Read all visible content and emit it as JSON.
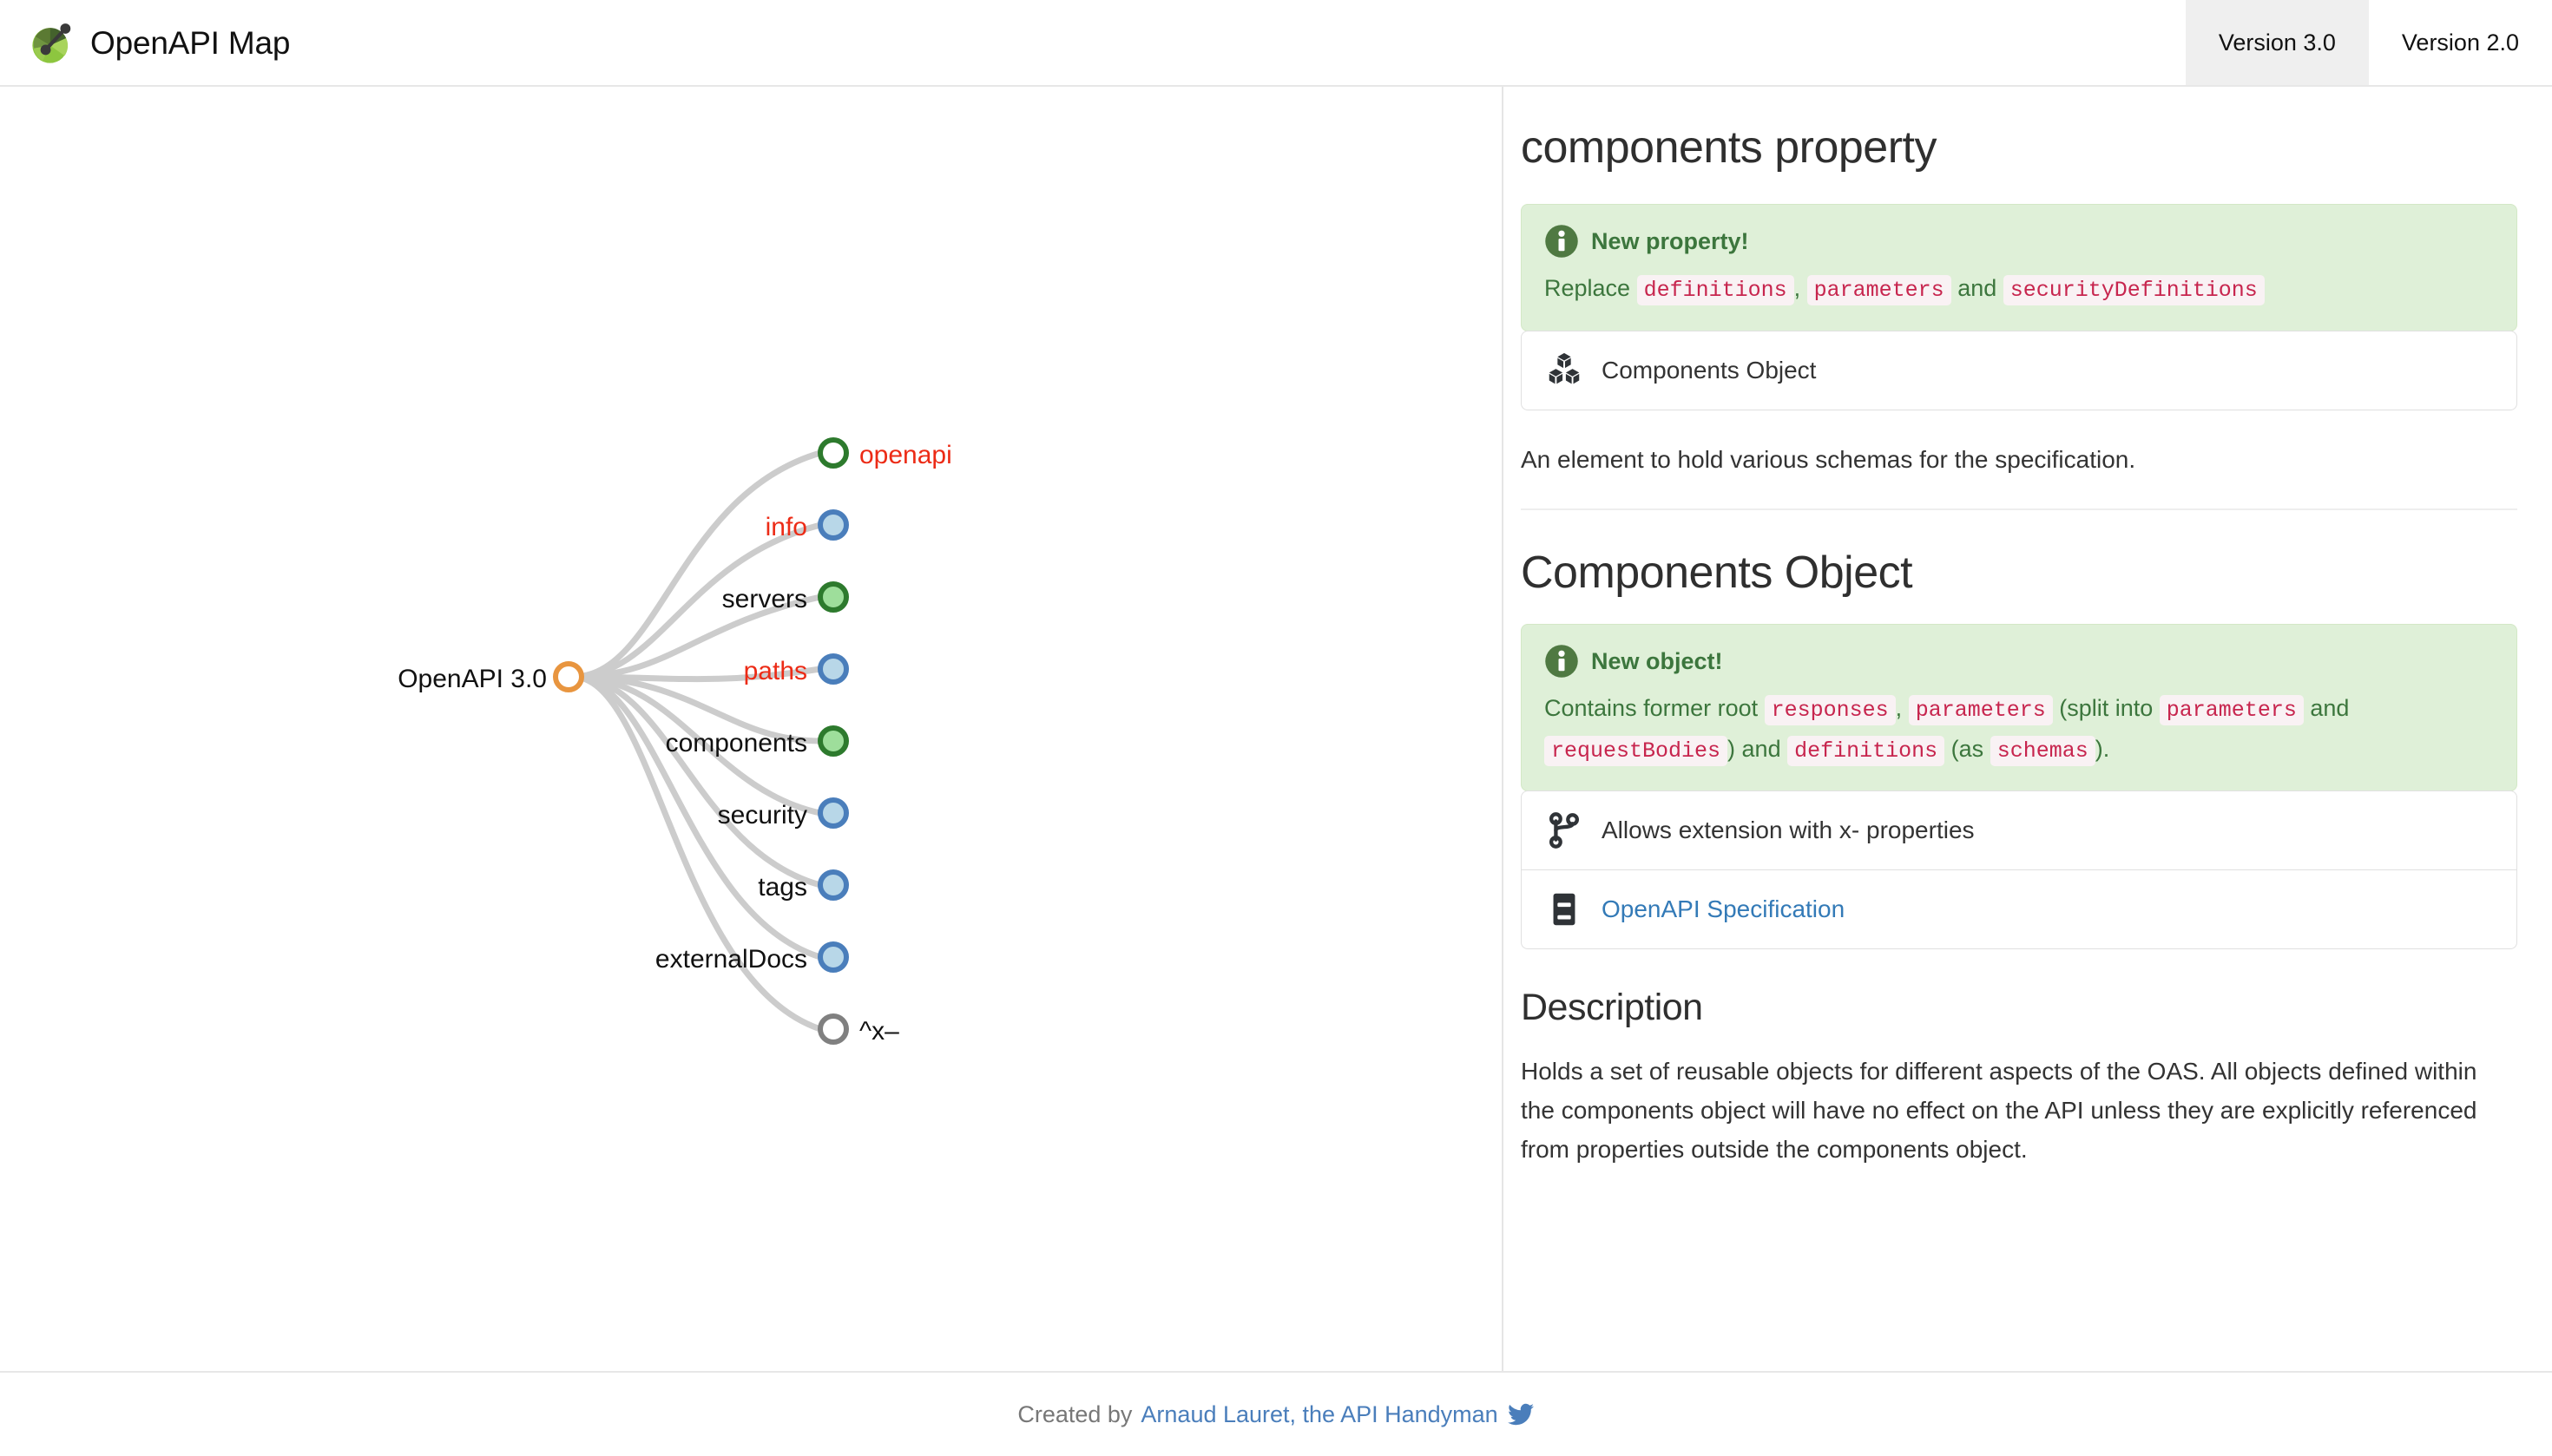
{
  "header": {
    "brand": "OpenAPI Map",
    "logo_icon": "openapi-map-logo",
    "tabs": [
      {
        "label": "Version 3.0",
        "active": true
      },
      {
        "label": "Version 2.0",
        "active": false
      }
    ]
  },
  "graph": {
    "root": {
      "label": "OpenAPI 3.0",
      "ring_color": "#e8953f",
      "fill_color": "#ffffff"
    },
    "edge_color": "#cccccc",
    "nodes": [
      {
        "label": "openapi",
        "required": true,
        "label_side": "right",
        "ring_color": "#2d7a2d",
        "fill_color": "#ffffff"
      },
      {
        "label": "info",
        "required": true,
        "label_side": "left",
        "ring_color": "#4a7ebb",
        "fill_color": "#b8d7e8"
      },
      {
        "label": "servers",
        "required": false,
        "label_side": "left",
        "ring_color": "#2d7a2d",
        "fill_color": "#9ede9b"
      },
      {
        "label": "paths",
        "required": true,
        "label_side": "left",
        "ring_color": "#4a7ebb",
        "fill_color": "#b8d7e8"
      },
      {
        "label": "components",
        "required": false,
        "label_side": "left",
        "ring_color": "#2d7a2d",
        "fill_color": "#9ede9b"
      },
      {
        "label": "security",
        "required": false,
        "label_side": "left",
        "ring_color": "#4a7ebb",
        "fill_color": "#b8d7e8"
      },
      {
        "label": "tags",
        "required": false,
        "label_side": "left",
        "ring_color": "#4a7ebb",
        "fill_color": "#b8d7e8"
      },
      {
        "label": "externalDocs",
        "required": false,
        "label_side": "left",
        "ring_color": "#4a7ebb",
        "fill_color": "#b8d7e8"
      },
      {
        "label": "^x–",
        "required": false,
        "label_side": "right",
        "ring_color": "#808080",
        "fill_color": "#ffffff"
      }
    ]
  },
  "detail": {
    "title": "components property",
    "property_alert": {
      "icon": "info-circle-icon",
      "heading": "New property!",
      "text_before": "Replace",
      "code_1": "definitions",
      "sep_1": ",",
      "code_2": "parameters",
      "sep_2": "and",
      "code_3": "securityDefinitions"
    },
    "property_list": [
      {
        "icon": "cubes-icon",
        "label": "Components Object",
        "is_link": false
      }
    ],
    "property_description": "An element to hold various schemas for the specification.",
    "object_title": "Components Object",
    "object_alert": {
      "icon": "info-circle-icon",
      "heading": "New object!",
      "t1": "Contains former root",
      "c1": "responses",
      "t2": ",",
      "c2": "parameters",
      "t3": "(split into",
      "c3": "parameters",
      "t4": "and",
      "c4": "requestBodies",
      "t5": ") and",
      "c5": "definitions",
      "t6": "(as",
      "c6": "schemas",
      "t7": ")."
    },
    "object_list": [
      {
        "icon": "code-branch-icon",
        "label": "Allows extension with x- properties",
        "is_link": false
      },
      {
        "icon": "book-icon",
        "label": "OpenAPI Specification",
        "is_link": true
      }
    ],
    "description_title": "Description",
    "description_text": "Holds a set of reusable objects for different aspects of the OAS. All objects defined within the components object will have no effect on the API unless they are explicitly referenced from properties outside the components object."
  },
  "footer": {
    "prefix": "Created by",
    "link": "Arnaud Lauret, the API Handyman",
    "icon": "twitter-icon"
  },
  "colors": {
    "accent_orange": "#e8953f",
    "required_red": "#ec2b16",
    "link_blue": "#337ab7",
    "alert_green_bg": "#dff0d8",
    "alert_green_text": "#3c763d",
    "code_pink_bg": "#f9f2f4",
    "code_crimson": "#c7254e"
  }
}
